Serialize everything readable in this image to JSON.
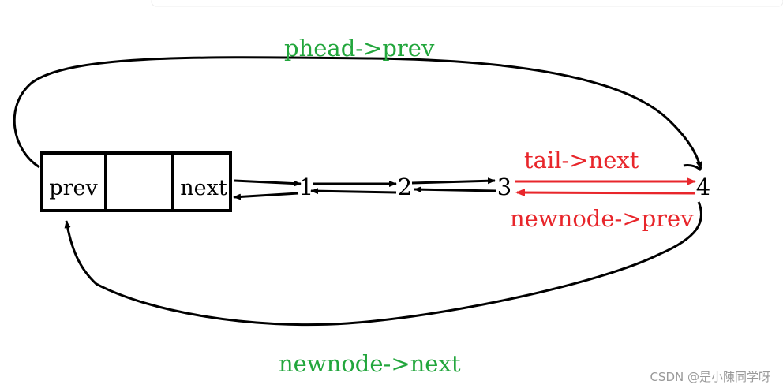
{
  "head_node": {
    "cells": [
      "prev",
      "",
      "next"
    ]
  },
  "nodes": [
    "1",
    "2",
    "3",
    "4"
  ],
  "labels": {
    "phead_prev": "phead->prev",
    "tail_next": "tail->next",
    "newnode_prev": "newnode->prev",
    "newnode_next": "newnode->next"
  },
  "watermark": "CSDN @是小陳同学呀",
  "colors": {
    "green_label": "#22a63c",
    "red_label": "#e8262b",
    "link": "#000000"
  }
}
